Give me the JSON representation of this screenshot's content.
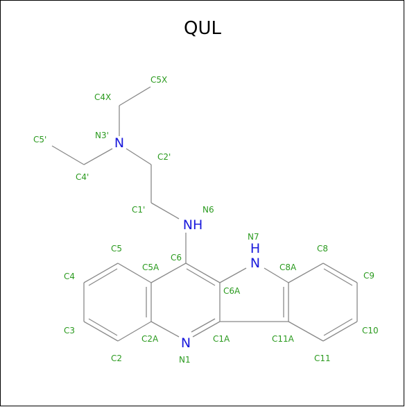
{
  "title": "QUL",
  "colors": {
    "atom_label": "#2a9a1e",
    "heteroatom": "#1a1adc",
    "bond": "#888888"
  },
  "heteroatoms": {
    "n3": "N",
    "nh6": "NH",
    "n7_h": "H",
    "n7_n": "N",
    "n1": "N"
  },
  "atom_labels": {
    "c5x": "C5X",
    "c4x": "C4X",
    "n3p": "N3'",
    "c5p": "C5'",
    "c4p": "C4'",
    "c2p": "C2'",
    "c1p": "C1'",
    "n6": "N6",
    "n7": "N7",
    "c5": "C5",
    "c6": "C6",
    "c8": "C8",
    "c4": "C4",
    "c5a": "C5A",
    "c8a": "C8A",
    "c9": "C9",
    "c6a": "C6A",
    "c3": "C3",
    "c10": "C10",
    "c2a": "C2A",
    "c1a": "C1A",
    "c11a": "C11A",
    "n1": "N1",
    "c2": "C2",
    "c11": "C11"
  }
}
